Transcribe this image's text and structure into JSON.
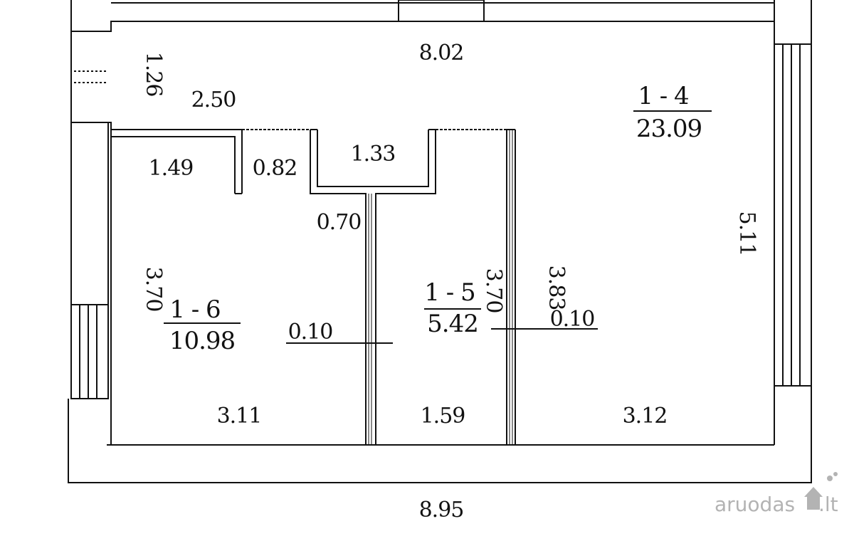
{
  "plan": {
    "dimensions": {
      "top_width": "8.02",
      "left_small": "1.26",
      "hall_width": "2.50",
      "closet_width": "1.49",
      "closet2_width": "0.82",
      "bath_width": "1.33",
      "wall_a": "0.70",
      "left_height": "3.70",
      "wall_b": "0.10",
      "mid_height": "3.70",
      "right_wall_height": "3.83",
      "wall_c": "0.10",
      "right_height": "5.11",
      "bottom_left": "3.11",
      "bottom_mid": "1.59",
      "bottom_right": "3.12",
      "overall_width": "8.95"
    },
    "rooms": [
      {
        "id": "1 - 4",
        "area": "23.09"
      },
      {
        "id": "1 - 6",
        "area": "10.98"
      },
      {
        "id": "1 - 5",
        "area": "5.42"
      }
    ]
  },
  "watermark": {
    "text": "aruodas",
    "suffix": ".lt",
    "color": "#b3b3b3"
  }
}
